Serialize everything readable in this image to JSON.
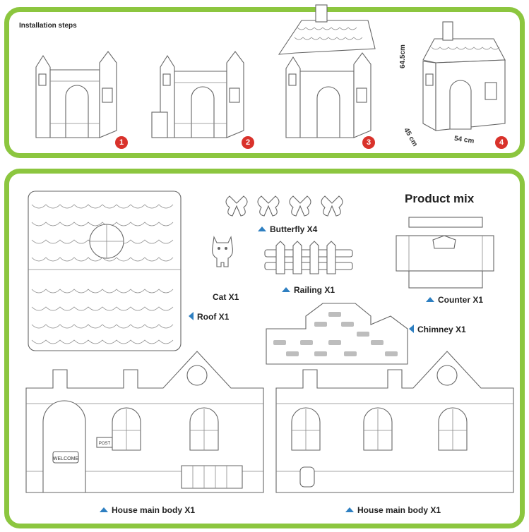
{
  "installation": {
    "title": "Installation steps",
    "steps": [
      "1",
      "2",
      "3",
      "4"
    ],
    "dimensions": {
      "height": "64.5cm",
      "depth": "45 cm",
      "width": "54 cm"
    }
  },
  "product_mix": {
    "title": "Product mix",
    "items": {
      "roof": "Roof X1",
      "butterfly": "Butterfly X4",
      "cat": "Cat X1",
      "railing": "Railing X1",
      "counter": "Counter X1",
      "chimney": "Chimney X1",
      "body_left": "House main body X1",
      "body_right": "House main body X1"
    },
    "posters": {
      "welcome": "WELCOME",
      "post": "POST"
    }
  },
  "colors": {
    "frame": "#8cc63f",
    "badge": "#d9322b",
    "pointer": "#2e7fc1"
  }
}
